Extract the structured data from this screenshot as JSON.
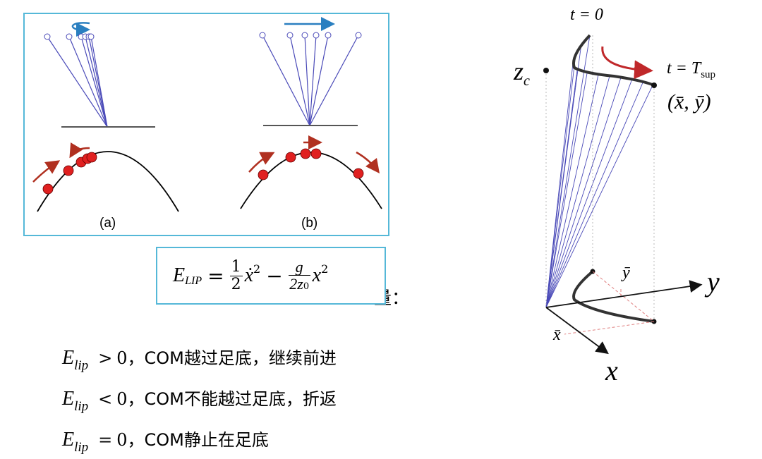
{
  "panel": {
    "label_a": "(a)",
    "label_b": "(b)"
  },
  "formula": {
    "lhs": "E",
    "lhs_sub": "LIP",
    "eq": "=",
    "frac1_num": "1",
    "frac1_den": "2",
    "term1": "ẋ",
    "term1_sup": "2",
    "minus": "−",
    "frac2_num": "g",
    "frac2_den": "2z",
    "frac2_den_sub": "0",
    "term2": "x",
    "term2_sup": "2",
    "trailing_text": "量：",
    "trailing_visible": "量："
  },
  "conditions": [
    {
      "var": "E",
      "sub": "lip",
      "op": ">",
      "value": "0",
      "text": "，COM越过足底，继续前进"
    },
    {
      "var": "E",
      "sub": "lip",
      "op": "<",
      "value": "0",
      "text": "，COM不能越过足底，折返"
    },
    {
      "var": "E",
      "sub": "lip",
      "op": "=",
      "value": "0",
      "text": "，COM静止在足底"
    }
  ],
  "diagram3d": {
    "t0": "t = 0",
    "tsup": "t = T",
    "tsup_sub": "sup",
    "zc": "z",
    "zc_sub": "c",
    "xy_bar": "(x̄, ȳ)",
    "ybar": "ȳ",
    "xbar": "x̄",
    "axis_x": "x",
    "axis_y": "y"
  },
  "colors": {
    "frame": "#55b8d8",
    "pendulum_line": "#4a4ab8",
    "mass": "#e02020",
    "arrow_blue": "#2a7fc0",
    "arrow_red": "#b03020",
    "dashed_red": "#e08080"
  }
}
